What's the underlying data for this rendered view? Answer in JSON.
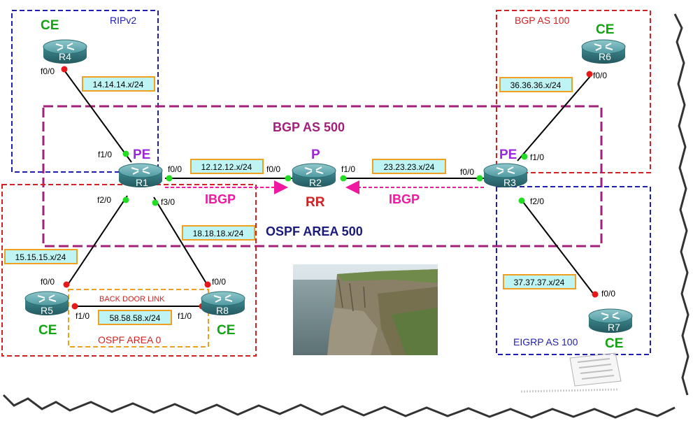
{
  "regions": {
    "ripv2": "RIPv2",
    "bgp_as_100": "BGP AS 100",
    "bgp_as_500": "BGP AS 500",
    "ospf_area_500": "OSPF AREA 500",
    "ospf_area_0": "OSPF AREA 0",
    "eigrp_as_100": "EIGRP AS 100",
    "back_door_link": "BACK DOOR LINK"
  },
  "routers": {
    "r1": {
      "name": "R1",
      "role": "PE"
    },
    "r2": {
      "name": "R2",
      "role": "P",
      "role2": "RR"
    },
    "r3": {
      "name": "R3",
      "role": "PE"
    },
    "r4": {
      "name": "R4",
      "role": "CE"
    },
    "r5": {
      "name": "R5",
      "role": "CE"
    },
    "r6": {
      "name": "R6",
      "role": "CE"
    },
    "r7": {
      "name": "R7",
      "role": "CE"
    },
    "r8": {
      "name": "R8",
      "role": "CE"
    }
  },
  "subnets": {
    "s14": "14.14.14.x/24",
    "s12": "12.12.12.x/24",
    "s23": "23.23.23.x/24",
    "s36": "36.36.36.x/24",
    "s18": "18.18.18.x/24",
    "s15": "15.15.15.x/24",
    "s58": "58.58.58.x/24",
    "s37": "37.37.37.x/24"
  },
  "interfaces": {
    "r4_f00": "f0/0",
    "r1_f10": "f1/0",
    "r1_f00": "f0/0",
    "r1_f20": "f2/0",
    "r1_f30": "f3/0",
    "r2_f00": "f0/0",
    "r2_f10": "f1/0",
    "r3_f00": "f0/0",
    "r3_f10": "f1/0",
    "r3_f20": "f2/0",
    "r6_f00": "f0/0",
    "r7_f00": "f0/0",
    "r5_f00": "f0/0",
    "r5_f10": "f1/0",
    "r8_f00": "f0/0",
    "r8_f10": "f1/0"
  },
  "sessions": {
    "ibgp_left": "IBGP",
    "ibgp_right": "IBGP"
  },
  "colors": {
    "blue_box": "#1f1fb4",
    "red_box": "#d42020",
    "purple_box": "#a0207a",
    "orange_box": "#f0a020",
    "label_fill": "#bff4f4",
    "ce_green": "#11a311",
    "pe_purple": "#9b27e0",
    "rr_red": "#d42020",
    "ibgp_pink": "#f018a0",
    "router_teal": "#4c8f96"
  }
}
